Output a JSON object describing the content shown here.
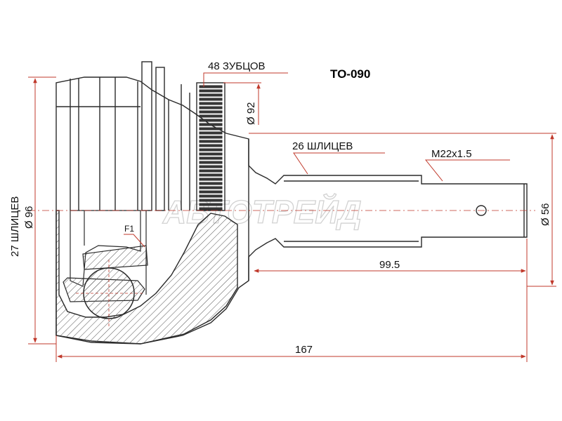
{
  "title": "TO-090",
  "watermark": "АВТОТРЕЙД",
  "labels": {
    "teeth": "48 ЗУБЦОВ",
    "outer_splines": "26 ШЛИЦЕВ",
    "thread": "M22x1.5",
    "inner_splines": "27 ШЛИЦЕВ",
    "inner_diameter": "Ø 96",
    "abs_ring_diameter": "Ø 92",
    "shaft_diameter": "Ø 56",
    "shaft_length": "99.5",
    "total_length": "167",
    "fit_mark": "F1"
  },
  "colors": {
    "outline": "#2a2a2a",
    "dimension_line": "#c0392b",
    "hatch": "#555555",
    "watermark": "#d2d2d2"
  }
}
